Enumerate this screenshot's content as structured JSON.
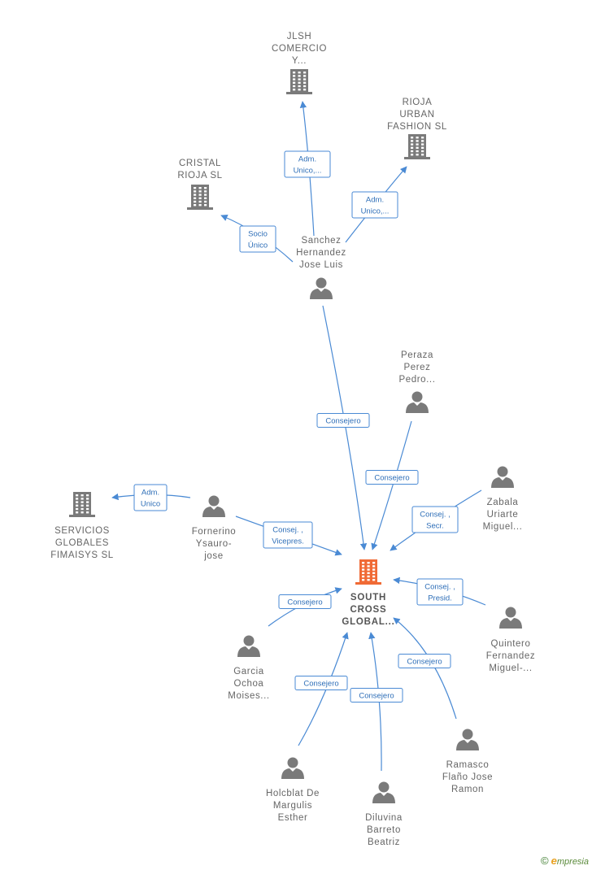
{
  "nodes": [
    {
      "id": "jlsh",
      "kind": "company",
      "main": false,
      "label": [
        "JLSH",
        "COMERCIO",
        "Y..."
      ]
    },
    {
      "id": "rioja-urban",
      "kind": "company",
      "main": false,
      "label": [
        "RIOJA",
        "URBAN",
        "FASHION  SL"
      ]
    },
    {
      "id": "cristal",
      "kind": "company",
      "main": false,
      "label": [
        "CRISTAL",
        "RIOJA  SL"
      ]
    },
    {
      "id": "sanchez",
      "kind": "person",
      "main": false,
      "label": [
        "Sanchez",
        "Hernandez",
        "Jose Luis"
      ]
    },
    {
      "id": "peraza",
      "kind": "person",
      "main": false,
      "label": [
        "Peraza",
        "Perez",
        "Pedro..."
      ]
    },
    {
      "id": "zabala",
      "kind": "person",
      "main": false,
      "label": [
        "Zabala",
        "Uriarte",
        "Miguel..."
      ]
    },
    {
      "id": "servicios",
      "kind": "company",
      "main": false,
      "label": [
        "SERVICIOS",
        "GLOBALES",
        "FIMAISYS  SL"
      ]
    },
    {
      "id": "fornerino",
      "kind": "person",
      "main": false,
      "label": [
        "Fornerino",
        "Ysauro-",
        "jose"
      ]
    },
    {
      "id": "south",
      "kind": "company",
      "main": true,
      "label": [
        "SOUTH",
        "CROSS",
        "GLOBAL..."
      ]
    },
    {
      "id": "quintero",
      "kind": "person",
      "main": false,
      "label": [
        "Quintero",
        "Fernandez",
        "Miguel-..."
      ]
    },
    {
      "id": "garcia",
      "kind": "person",
      "main": false,
      "label": [
        "Garcia",
        "Ochoa",
        "Moises..."
      ]
    },
    {
      "id": "ramasco",
      "kind": "person",
      "main": false,
      "label": [
        "Ramasco",
        "Flaño Jose",
        "Ramon"
      ]
    },
    {
      "id": "holcblat",
      "kind": "person",
      "main": false,
      "label": [
        "Holcblat De",
        "Margulis",
        "Esther"
      ]
    },
    {
      "id": "diluvina",
      "kind": "person",
      "main": false,
      "label": [
        "Diluvina",
        "Barreto",
        "Beatriz"
      ]
    }
  ],
  "edges": [
    {
      "from": "sanchez",
      "to": "jlsh",
      "label": [
        "Adm.",
        "Unico,..."
      ]
    },
    {
      "from": "sanchez",
      "to": "rioja-urban",
      "label": [
        "Adm.",
        "Unico,..."
      ]
    },
    {
      "from": "sanchez",
      "to": "cristal",
      "label": [
        "Socio",
        "Único"
      ]
    },
    {
      "from": "sanchez",
      "to": "south",
      "label": [
        "Consejero"
      ]
    },
    {
      "from": "peraza",
      "to": "south",
      "label": [
        "Consejero"
      ]
    },
    {
      "from": "zabala",
      "to": "south",
      "label": [
        "Consej. ,",
        "Secr."
      ]
    },
    {
      "from": "fornerino",
      "to": "servicios",
      "label": [
        "Adm.",
        "Unico"
      ]
    },
    {
      "from": "fornerino",
      "to": "south",
      "label": [
        "Consej. ,",
        "Vicepres."
      ]
    },
    {
      "from": "quintero",
      "to": "south",
      "label": [
        "Consej. ,",
        "Presid."
      ]
    },
    {
      "from": "garcia",
      "to": "south",
      "label": [
        "Consejero"
      ]
    },
    {
      "from": "ramasco",
      "to": "south",
      "label": [
        "Consejero"
      ]
    },
    {
      "from": "holcblat",
      "to": "south",
      "label": [
        "Consejero"
      ]
    },
    {
      "from": "diluvina",
      "to": "south",
      "label": [
        "Consejero"
      ]
    }
  ],
  "footer": {
    "copyright": "©",
    "brand_initial": "e",
    "brand_rest": "mpresia"
  },
  "colors": {
    "edge": "#4a8ad4",
    "node_icon": "#7a7a7a",
    "main_node": "#f06a35"
  }
}
